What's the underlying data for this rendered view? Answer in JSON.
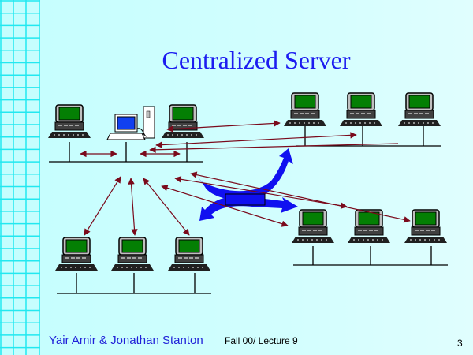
{
  "slide": {
    "title": "Centralized Server",
    "page_number": "3"
  },
  "footer": {
    "authors": "Yair Amir & Jonathan Stanton",
    "lecture": "Fall 00/ Lecture 9"
  },
  "colors": {
    "background": "#c4fefe",
    "grid_line": "#22e8f0",
    "title": "#1c1cf0",
    "arrow": "#7a0a1c",
    "central_arrow": "#1010f0",
    "screen_green": "#047f04",
    "server_screen": "#1040f0"
  },
  "diagram": {
    "networks": [
      {
        "name": "top-left-lan",
        "hosts": [
          "workstation",
          "server",
          "workstation"
        ]
      },
      {
        "name": "top-right-lan",
        "hosts": [
          "workstation",
          "workstation",
          "workstation"
        ]
      },
      {
        "name": "bottom-left-lan",
        "hosts": [
          "workstation",
          "workstation",
          "workstation"
        ]
      },
      {
        "name": "bottom-right-lan",
        "hosts": [
          "workstation",
          "workstation",
          "workstation"
        ]
      }
    ],
    "center_node": "central-server-hub"
  }
}
